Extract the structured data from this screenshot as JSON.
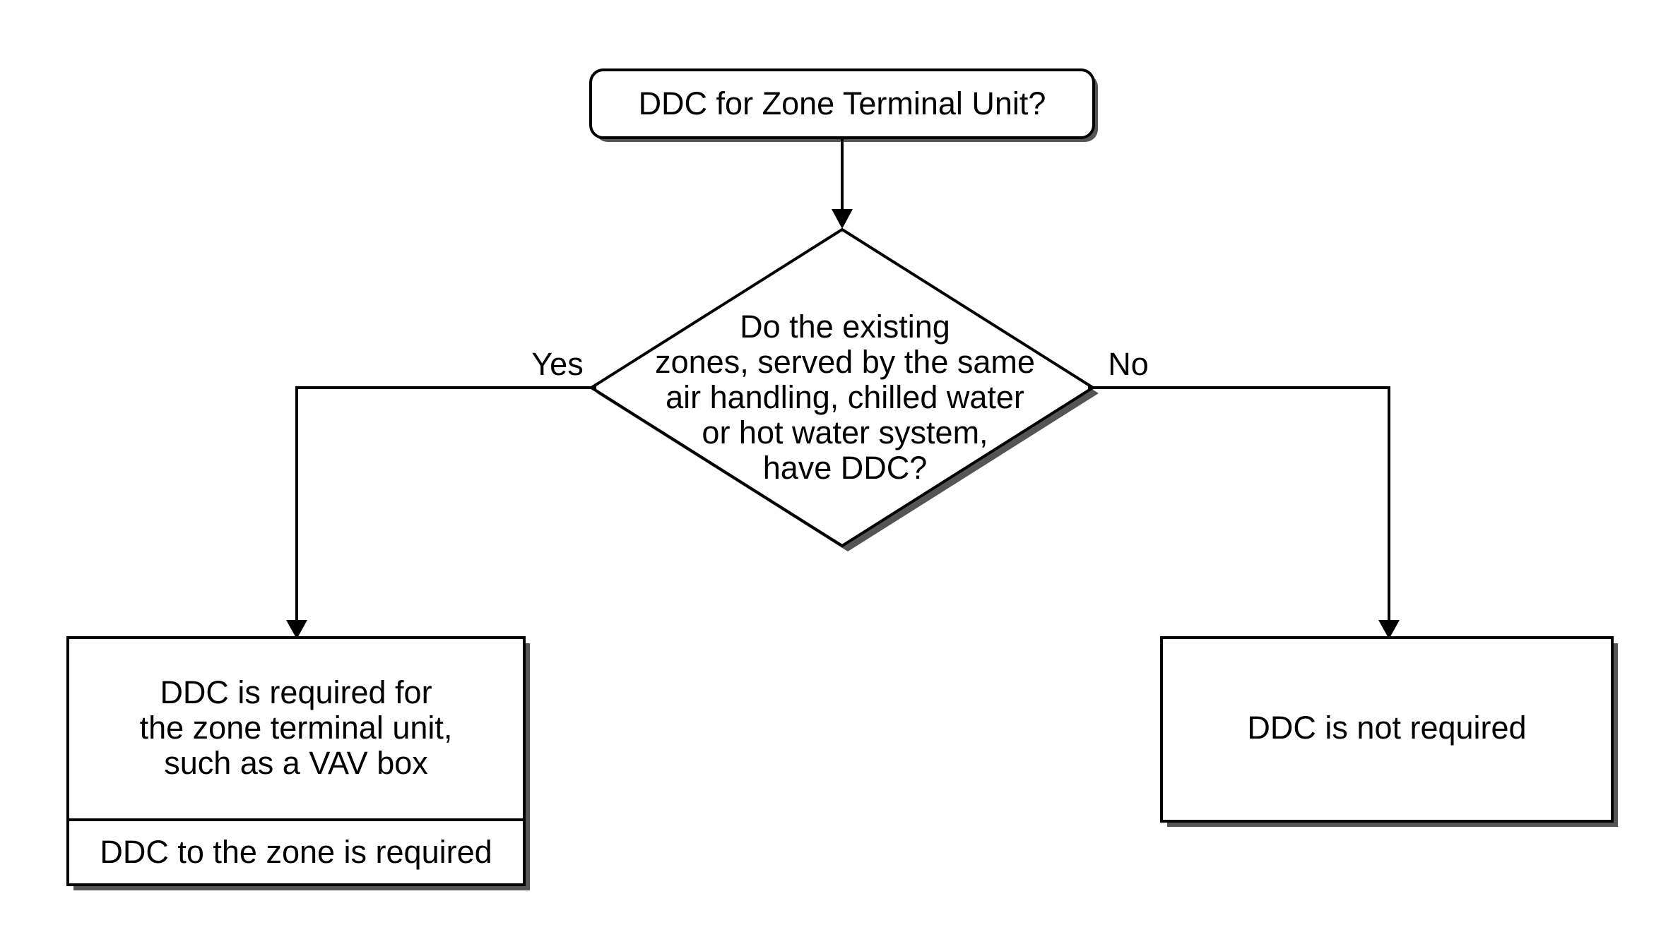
{
  "start": {
    "label": "DDC for Zone Terminal Unit?"
  },
  "decision": {
    "lines": [
      "Do the existing",
      "zones, served by the same",
      "air handling, chilled water",
      "or hot water system,",
      "have DDC?"
    ]
  },
  "edges": {
    "yes_label": "Yes",
    "no_label": "No"
  },
  "yes_result": {
    "lines": [
      "DDC is required for",
      "the zone terminal unit,",
      "such as a VAV box"
    ],
    "footer": "DDC to the zone is required"
  },
  "no_result": {
    "label": "DDC is not required"
  }
}
